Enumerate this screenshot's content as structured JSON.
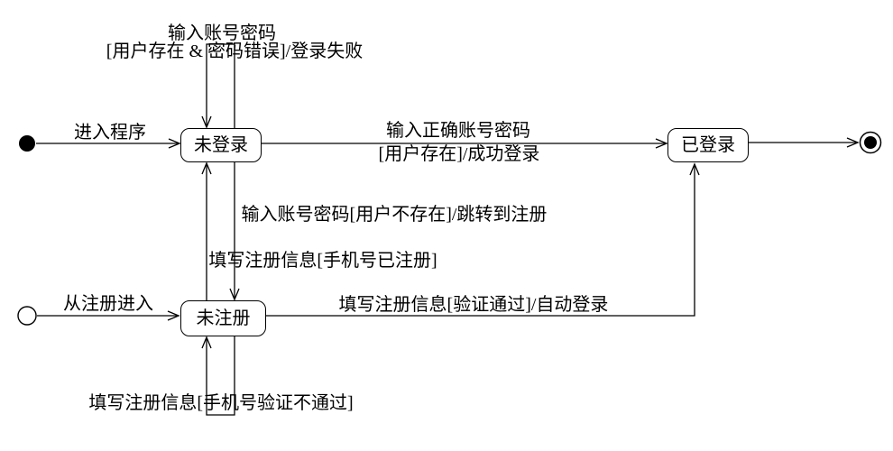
{
  "diagram": {
    "type": "uml-state-machine",
    "colors": {
      "ink": "#000000",
      "background": "#ffffff"
    },
    "states": {
      "not_logged_in": {
        "label": "未登录"
      },
      "logged_in": {
        "label": "已登录"
      },
      "not_registered": {
        "label": "未注册"
      }
    },
    "pseudo_states": {
      "initial": "initial-state-filled-circle",
      "entry": "entry-point-open-circle",
      "final": "final-state-bullseye"
    },
    "transitions": [
      {
        "from": "initial",
        "to": "not_logged_in",
        "lines": [
          "进入程序"
        ]
      },
      {
        "from": "not_logged_in",
        "to": "not_logged_in",
        "lines": [
          "输入账号密码",
          "[用户存在 & 密码错误]/登录失败"
        ]
      },
      {
        "from": "not_logged_in",
        "to": "logged_in",
        "lines": [
          "输入正确账号密码",
          "[用户存在]/成功登录"
        ]
      },
      {
        "from": "logged_in",
        "to": "final",
        "lines": []
      },
      {
        "from": "not_logged_in",
        "to": "not_registered",
        "lines": [
          "输入账号密码[用户不存在]/跳转到注册"
        ]
      },
      {
        "from": "not_registered",
        "to": "not_logged_in",
        "lines": [
          "填写注册信息[手机号已注册]"
        ]
      },
      {
        "from": "entry",
        "to": "not_registered",
        "lines": [
          "从注册进入"
        ]
      },
      {
        "from": "not_registered",
        "to": "logged_in",
        "lines": [
          "填写注册信息[验证通过]/自动登录"
        ]
      },
      {
        "from": "not_registered",
        "to": "not_registered",
        "lines": [
          "填写注册信息[手机号验证不通过]"
        ]
      }
    ]
  }
}
